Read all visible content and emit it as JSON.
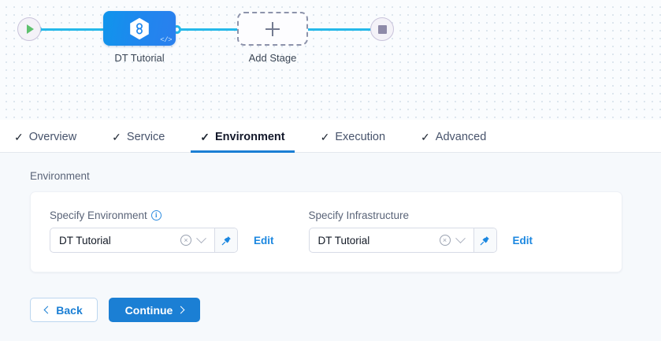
{
  "canvas": {
    "start_node": {
      "icon": "play-icon",
      "name": "pipeline-start"
    },
    "end_node": {
      "icon": "stop-icon",
      "name": "pipeline-end"
    },
    "stage": {
      "label": "DT Tutorial",
      "icon": "harness-hexagon-icon",
      "badge": "</>"
    },
    "add_stage": {
      "label": "Add Stage",
      "icon": "plus-icon"
    }
  },
  "tabs": [
    {
      "label": "Overview",
      "check": "✓",
      "active": false
    },
    {
      "label": "Service",
      "check": "✓",
      "active": false
    },
    {
      "label": "Environment",
      "check": "✓",
      "active": true
    },
    {
      "label": "Execution",
      "check": "✓",
      "active": false
    },
    {
      "label": "Advanced",
      "check": "✓",
      "active": false
    }
  ],
  "main": {
    "section_title": "Environment",
    "fields": [
      {
        "label": "Specify Environment",
        "has_info_icon": true,
        "value": "DT Tutorial",
        "clear_icon": "×",
        "pin_icon": "pin-icon",
        "edit_label": "Edit"
      },
      {
        "label": "Specify Infrastructure",
        "has_info_icon": false,
        "value": "DT Tutorial",
        "clear_icon": "×",
        "pin_icon": "pin-icon",
        "edit_label": "Edit"
      }
    ]
  },
  "footer": {
    "back_label": "Back",
    "continue_label": "Continue"
  },
  "colors": {
    "accent_blue": "#1b7fd4",
    "edge_blue": "#25b9ea",
    "node_blue": "#1f87ee",
    "canvas_bg": "#fafcfe",
    "body_bg": "#f6f9fc"
  }
}
